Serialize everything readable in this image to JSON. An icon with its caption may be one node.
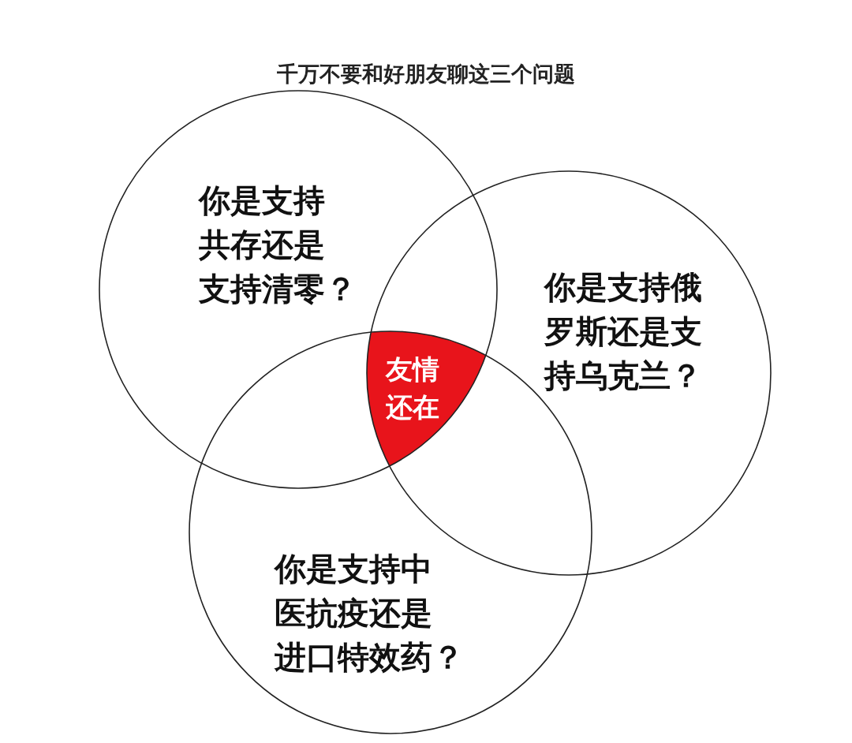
{
  "diagram": {
    "title": "千万不要和好朋友聊这三个问题",
    "nodes": [
      {
        "text": [
          "你是支持共存还是支持清零？"
        ]
      },
      {
        "text": [
          "你是支持俄罗斯还是支持乌克兰？"
        ]
      },
      {
        "text": [
          "你是支持中医抗疫还是进口特效药？"
        ]
      },
      {
        "text": [
          "友情还在"
        ]
      }
    ]
  }
}
